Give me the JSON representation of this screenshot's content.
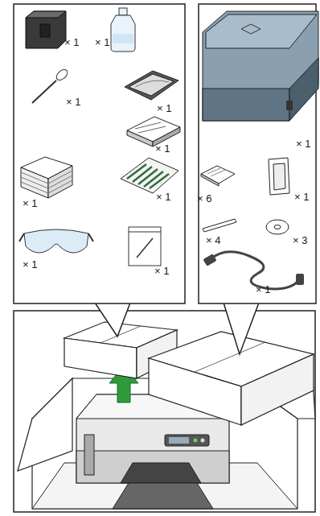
{
  "diagram": {
    "labels": [
      "× 1",
      "× 1",
      "× 1",
      "× 1",
      "× 1",
      "× 1",
      "× 1",
      "× 1",
      "× 1",
      "× 1",
      "× 6",
      "× 1",
      "× 4",
      "× 3",
      "× 1"
    ]
  }
}
